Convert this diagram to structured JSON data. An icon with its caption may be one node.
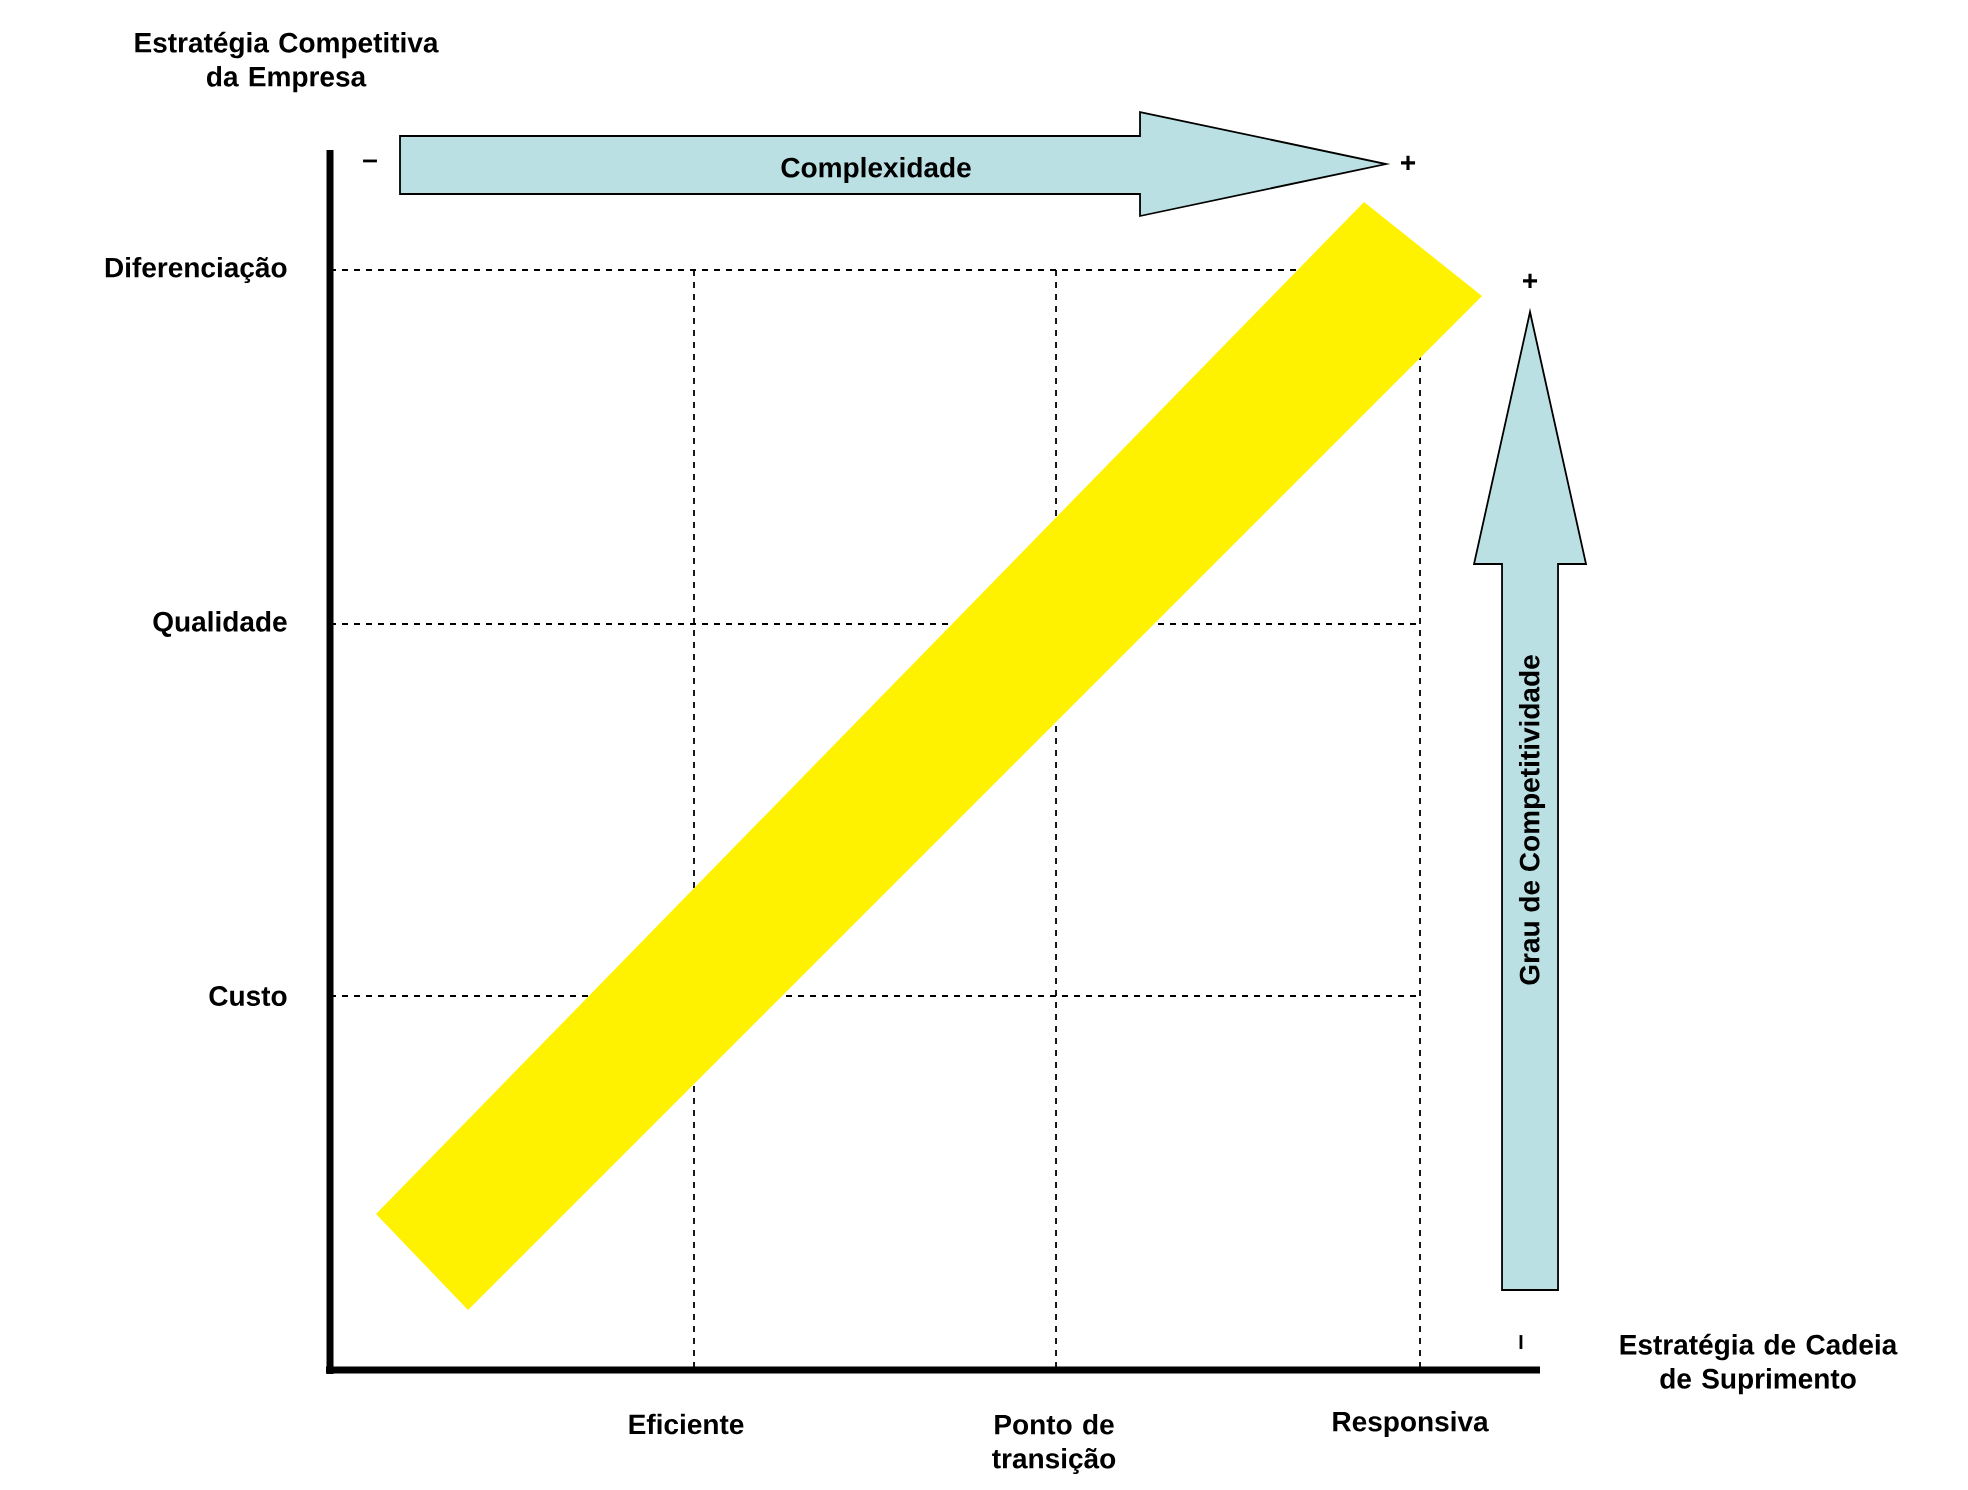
{
  "diagram": {
    "nodes": [
      {
        "text": [
          "Complexidade"
        ]
      },
      {
        "text": [
          "Grau de Competitividade"
        ]
      }
    ],
    "labels": [
      "Estratégia Competitiva da Empresa",
      "–",
      "+",
      "Diferenciação",
      "+",
      "Qualidade",
      "Custo",
      "–",
      "Estratégia de Cadeia de Suprimento",
      "Eficiente",
      "Ponto de transição",
      "Responsiva"
    ]
  }
}
